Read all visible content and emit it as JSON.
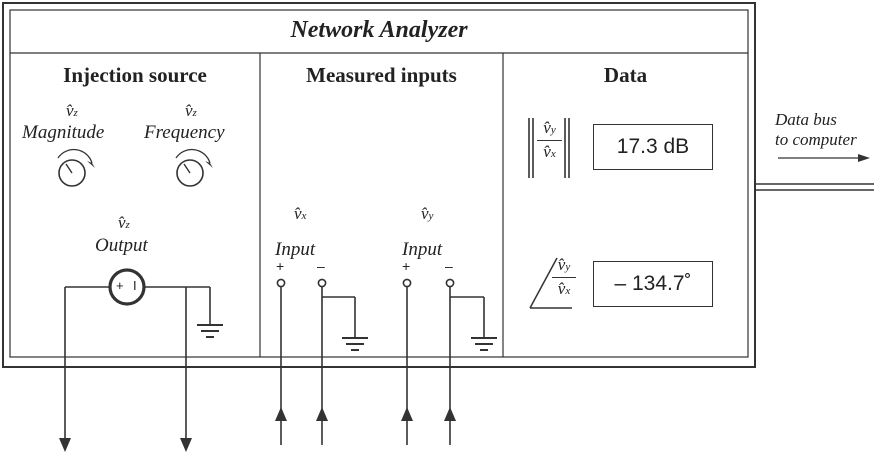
{
  "title": "Network Analyzer",
  "sections": {
    "injection": "Injection source",
    "measured": "Measured inputs",
    "data": "Data"
  },
  "injection": {
    "magnitude_label": "Magnitude",
    "frequency_label": "Frequency",
    "output_label": "Output",
    "source_plus": "+",
    "source_minus": "I"
  },
  "measured": {
    "input_x_label": "Input",
    "input_y_label": "Input",
    "plus": "+",
    "minus": "–"
  },
  "symbols": {
    "hat_v": "v̂",
    "sub_z": "z",
    "sub_x": "x",
    "sub_y": "y"
  },
  "data": {
    "magnitude_value": "17.3 dB",
    "phase_value": "– 134.7˚"
  },
  "databus": {
    "line1": "Data bus",
    "line2": "to computer"
  },
  "colors": {
    "ink": "#333333",
    "frame_fill": "#ffffff"
  },
  "icons": [
    "knob-icon",
    "voltage-source-icon",
    "ground-icon",
    "arrow-up-icon",
    "arrow-down-icon",
    "arrow-right-icon",
    "terminal-icon"
  ]
}
